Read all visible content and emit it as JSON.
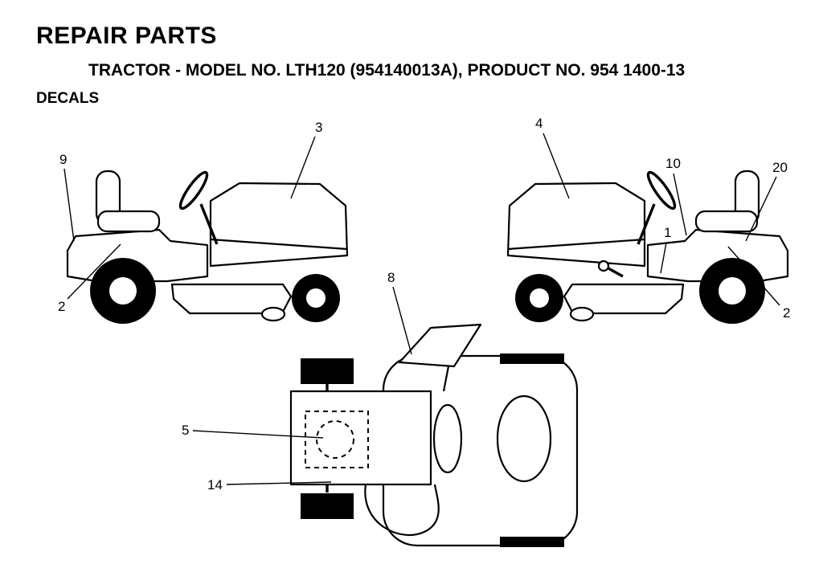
{
  "page": {
    "title": "REPAIR PARTS",
    "subtitle": "TRACTOR - MODEL NO. LTH120 (954140013A), PRODUCT NO. 954 1400-13",
    "section": "DECALS"
  },
  "figure": {
    "callouts": [
      {
        "label": "9"
      },
      {
        "label": "2"
      },
      {
        "label": "3"
      },
      {
        "label": "4"
      },
      {
        "label": "10"
      },
      {
        "label": "1"
      },
      {
        "label": "20"
      },
      {
        "label": "2"
      },
      {
        "label": "8"
      },
      {
        "label": "5"
      },
      {
        "label": "14"
      }
    ]
  },
  "colors": {
    "ink": "#000000",
    "background": "#ffffff"
  }
}
